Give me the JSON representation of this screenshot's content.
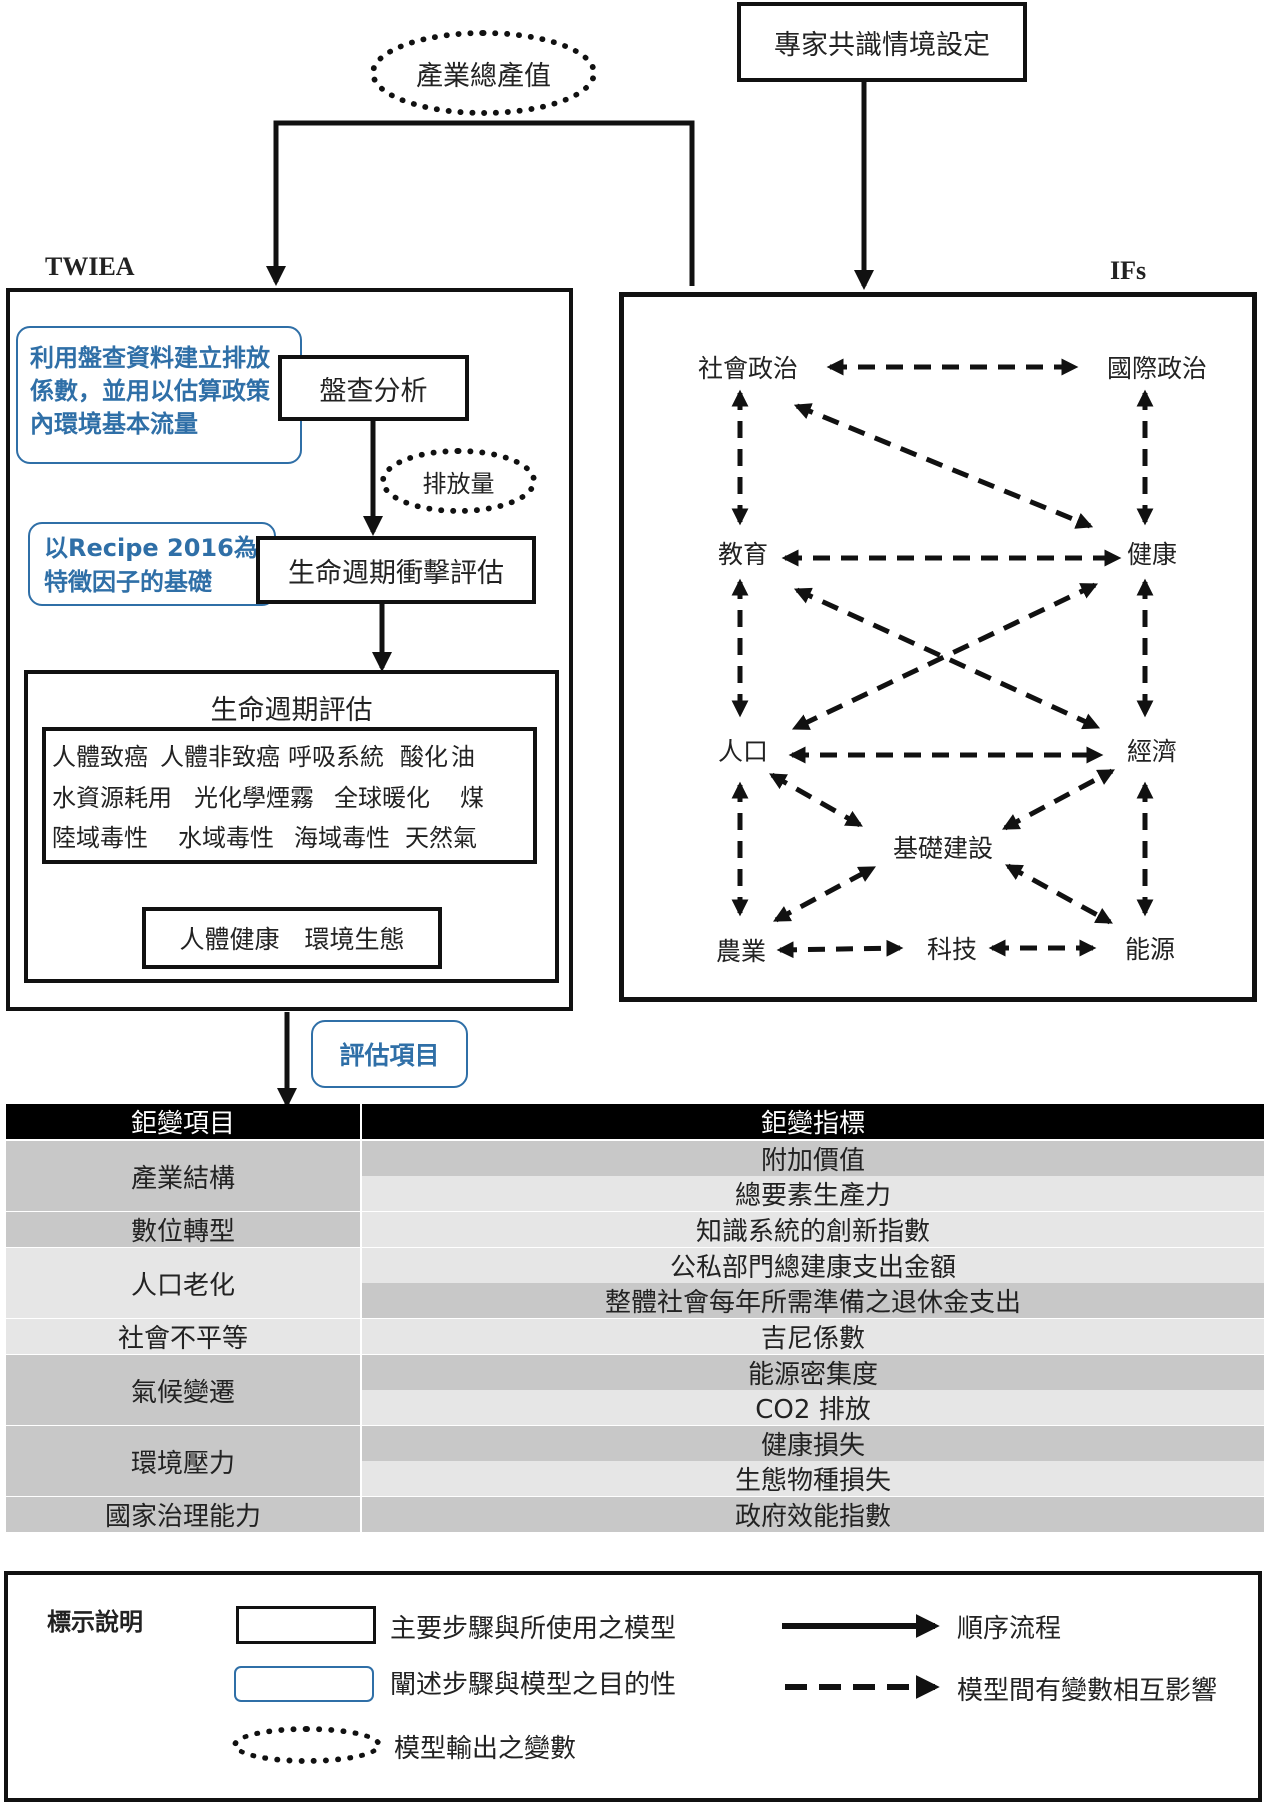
{
  "top": {
    "gdp_label": "產業總產值",
    "expert_label": "專家共識情境設定"
  },
  "twiea": {
    "title": "TWIEA",
    "purpose1": "利用盤查資料建立排放係數，並用以估算政策內環境基本流量",
    "step1": "盤查分析",
    "emission_label": "排放量",
    "purpose2": "以Recipe 2016為特徵因子的基礎",
    "step2": "生命週期衝擊評估",
    "lca_title": "生命週期評估",
    "impacts": [
      [
        "人體致癌",
        "人體非致癌",
        "呼吸系統",
        "酸化",
        "油"
      ],
      [
        "水資源耗用",
        "光化學煙霧",
        "全球暖化",
        "煤"
      ],
      [
        "陸域毒性",
        "水域毒性",
        "海域毒性",
        "天然氣"
      ]
    ],
    "endpoints": "人體健康　環境生態",
    "eval_label": "評估項目"
  },
  "ifs": {
    "title": "IFs",
    "nodes": {
      "social_politics": "社會政治",
      "intl_politics": "國際政治",
      "education": "教育",
      "health": "健康",
      "population": "人口",
      "economy": "經濟",
      "infrastructure": "基礎建設",
      "agriculture": "農業",
      "technology": "科技",
      "energy": "能源"
    }
  },
  "table": {
    "headers": [
      "鉅變項目",
      "鉅變指標"
    ],
    "groups": [
      {
        "category": "產業結構",
        "indicators": [
          "附加價值",
          "總要素生產力"
        ]
      },
      {
        "category": "數位轉型",
        "indicators": [
          "知識系統的創新指數"
        ]
      },
      {
        "category": "人口老化",
        "indicators": [
          "公私部門總建康支出金額",
          "整體社會每年所需準備之退休金支出"
        ]
      },
      {
        "category": "社會不平等",
        "indicators": [
          "吉尼係數"
        ]
      },
      {
        "category": "氣候變遷",
        "indicators": [
          "能源密集度",
          "CO2 排放"
        ]
      },
      {
        "category": "環境壓力",
        "indicators": [
          "健康損失",
          "生態物種損失"
        ]
      },
      {
        "category": "國家治理能力",
        "indicators": [
          "政府效能指數"
        ]
      }
    ]
  },
  "legend": {
    "title": "標示說明",
    "main_steps": "主要步驟與所使用之模型",
    "purpose": "闡述步驟與模型之目的性",
    "output": "模型輸出之變數",
    "sequence": "順序流程",
    "interaction": "模型間有變數相互影響"
  }
}
